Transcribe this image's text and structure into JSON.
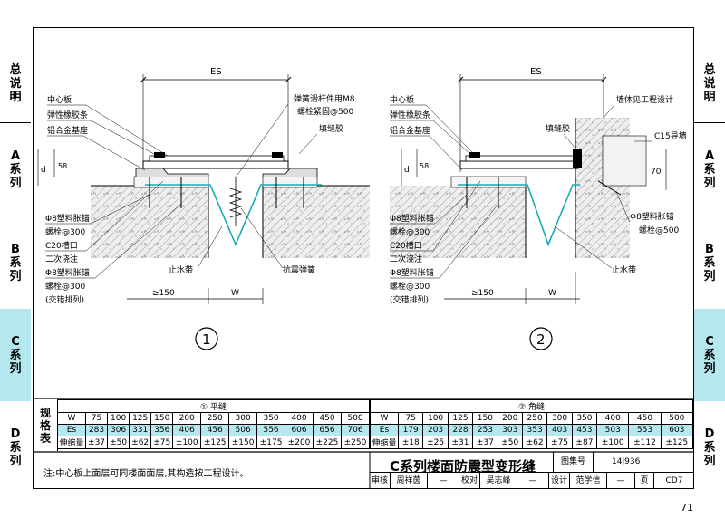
{
  "side_tabs": [
    {
      "label": "总\n说\n明",
      "active": false
    },
    {
      "label": "A\n系\n列",
      "active": false
    },
    {
      "label": "B\n系\n列",
      "active": false
    },
    {
      "label": "C\n系\n列",
      "active": true
    },
    {
      "label": "D\n系\n列",
      "active": false
    }
  ],
  "detail1": {
    "es": "ES",
    "labels_left": [
      "中心板",
      "弹性橡胶条",
      "铝合金基座",
      "Φ8塑料胀锚",
      "螺栓@300",
      "C20槽口",
      "二次浇注",
      "Φ8塑料胀锚",
      "螺栓@300",
      "(交错排列)"
    ],
    "labels_right": [
      "弹簧滑杆件用M8",
      "螺栓紧固@500",
      "填缝胶"
    ],
    "label_waterstop": "止水带",
    "label_spring": "抗震弹簧",
    "dim_d": "d",
    "dim_58": "58",
    "dim_150": "≥150",
    "dim_w": "W",
    "number": "1"
  },
  "detail2": {
    "es": "ES",
    "labels_left": [
      "中心板",
      "弹性橡胶条",
      "铝合金基座",
      "Φ8塑料胀锚",
      "螺栓@300",
      "C20槽口",
      "二次浇注",
      "Φ8塑料胀锚",
      "螺栓@300",
      "(交错排列)"
    ],
    "label_wall": "墙体见工程设计",
    "label_fill": "填缝胶",
    "label_c15": "C15导墙",
    "dim_70": "70",
    "label_anchor_r1": "Φ8塑料胀锚",
    "label_anchor_r2": "螺栓@500",
    "label_waterstop": "止水带",
    "dim_d": "d",
    "dim_58": "58",
    "dim_150": "≥150",
    "dim_w": "W",
    "number": "2"
  },
  "spec_table": {
    "header_label": "规\n格\n表",
    "left_title": "① 平缝",
    "right_title": "② 角缝",
    "row_labels": [
      "W",
      "Es",
      "伸缩量"
    ],
    "left_w": [
      "75",
      "100",
      "125",
      "150",
      "200",
      "250",
      "300",
      "350",
      "400",
      "450",
      "500"
    ],
    "left_es": [
      "283",
      "306",
      "331",
      "356",
      "406",
      "456",
      "506",
      "556",
      "606",
      "656",
      "706"
    ],
    "left_mov": [
      "±37",
      "±50",
      "±62",
      "±75",
      "±100",
      "±125",
      "±150",
      "±175",
      "±200",
      "±225",
      "±250"
    ],
    "right_w": [
      "75",
      "100",
      "125",
      "150",
      "200",
      "250",
      "300",
      "350",
      "400",
      "450",
      "500"
    ],
    "right_es": [
      "179",
      "203",
      "228",
      "253",
      "303",
      "353",
      "403",
      "453",
      "503",
      "553",
      "603"
    ],
    "right_mov": [
      "±18",
      "±25",
      "±31",
      "±37",
      "±50",
      "±62",
      "±75",
      "±87",
      "±100",
      "±112",
      "±125"
    ]
  },
  "footer": {
    "note": "注:中心板上面层可同楼面面层,其构造按工程设计。",
    "title": "C系列楼面防震型变形缝",
    "atlas_label": "图集号",
    "atlas_no": "14J936",
    "review_label": "审核",
    "reviewer": "周祥茵",
    "proof_label": "校对",
    "proofer": "吴志峰",
    "design_label": "设计",
    "designer": "范学信",
    "page_label": "页",
    "page_code": "CD7"
  },
  "page_number": "71",
  "colors": {
    "accent": "#b4e8ee",
    "line": "#000000"
  }
}
